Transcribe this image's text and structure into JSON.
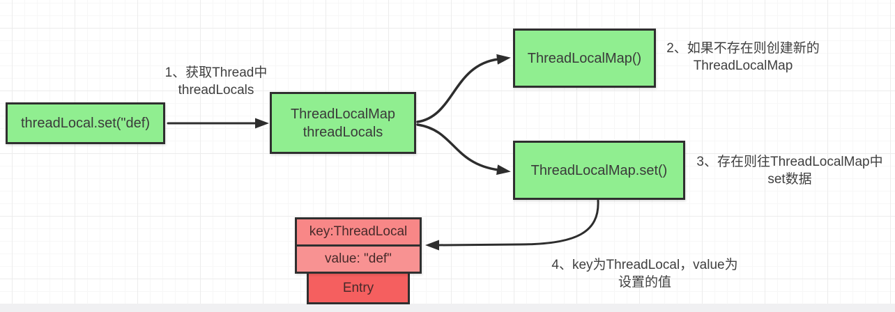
{
  "diagram": {
    "nodes": {
      "thread_local_set": {
        "label": "threadLocal.set(\"def)"
      },
      "thread_locals": {
        "line1": "ThreadLocalMap",
        "line2": "threadLocals"
      },
      "thread_local_map_ctor": {
        "label": "ThreadLocalMap()"
      },
      "thread_local_map_set": {
        "label": "ThreadLocalMap.set()"
      },
      "entry_key": {
        "label": "key:ThreadLocal"
      },
      "entry_value": {
        "label": "value: \"def\""
      },
      "entry": {
        "label": "Entry"
      }
    },
    "annotations": {
      "step1": {
        "line1": "1、获取Thread中",
        "line2": "threadLocals"
      },
      "step2": {
        "line1": "2、如果不存在则创建新的",
        "line2": "ThreadLocalMap"
      },
      "step3": {
        "line1": "3、存在则往ThreadLocalMap中",
        "line2": "set数据"
      },
      "step4": {
        "line1": "4、key为ThreadLocal，value为",
        "line2": "设置的值"
      }
    },
    "colors": {
      "node_green": "#90ee90",
      "entry_key_pink": "#f88787",
      "entry_value_pink": "#f89292",
      "entry_red": "#f55f5f",
      "border": "#2f2f2f",
      "arrow": "#2d2d2d",
      "text": "#3a3a3a",
      "grid_minor": "#f7f7f7",
      "grid_major": "#ececec",
      "bottom_bar": "#f0f0f2"
    }
  }
}
